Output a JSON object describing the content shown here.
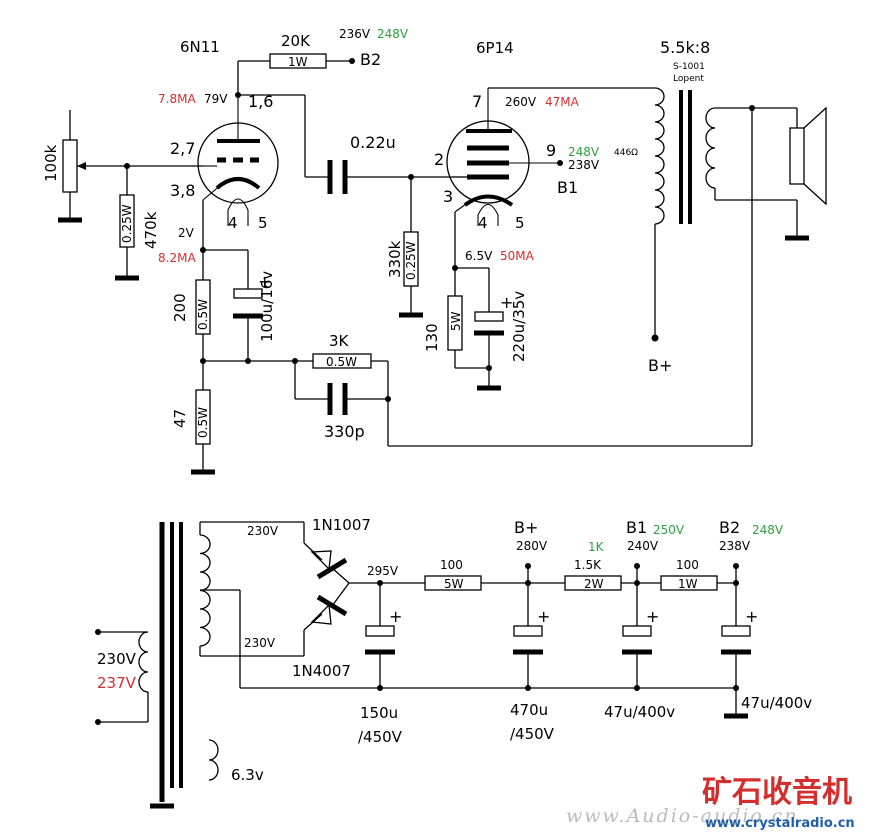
{
  "tubes": {
    "v1_name": "6N11",
    "v2_name": "6P14"
  },
  "pins": {
    "v1_plate": "1,6",
    "v1_grid": "2,7",
    "v1_cathode": "3,8",
    "v1_heater_a": "4",
    "v1_heater_b": "5",
    "v2_plate": "7",
    "v2_grid": "2",
    "v2_screen": "9",
    "v2_cathode": "3",
    "v2_heater_a": "4",
    "v2_heater_b": "5"
  },
  "parts": {
    "r_plate_value": "20K",
    "r_plate_power": "1W",
    "b2_label": "B2",
    "b2_volt": "236V",
    "b2_volt_meas": "248V",
    "v1_plate_ma": "7.8MA",
    "v1_plate_v": "79V",
    "pot": "100k",
    "r_grid_power": "0.25W",
    "r_grid_value": "470k",
    "v1_cathode_v": "2V",
    "v1_cathode_ma": "8.2MA",
    "r200_value": "200",
    "r200_power": "0.5W",
    "c_bypass1": "100u/16v",
    "r47_value": "47",
    "r47_power": "0.5W",
    "r_fb_value": "3K",
    "r_fb_power": "0.5W",
    "c_fb": "330p",
    "c_couple": "0.22u",
    "r_grid2_value": "330k",
    "r_grid2_power": "0.25W",
    "v2_plate_v": "260V",
    "v2_plate_ma": "47MA",
    "v2_screen_v_meas": "248V",
    "v2_screen_v": "238V",
    "b1_label": "B1",
    "v2_cathode_v": "6.5V",
    "v2_cathode_ma": "50MA",
    "r130_value": "130",
    "r130_power": "5W",
    "c_bypass2": "220u/35v",
    "ot_ratio": "5.5k:8",
    "ot_model": "S-1001",
    "ot_brand": "Lopent",
    "ot_dcr": "446Ω",
    "bplus_label": "B+"
  },
  "psu": {
    "sec_upper": "230V",
    "sec_lower": "230V",
    "diode_top": "1N1007",
    "diode_bottom": "1N4007",
    "rect_v": "295V",
    "r1_value": "100",
    "r1_power": "5W",
    "bplus_label": "B+",
    "bplus_v": "280V",
    "r2_meas": "1K",
    "r2_value": "1.5K",
    "r2_power": "2W",
    "b1_label": "B1",
    "b1_meas": "250V",
    "b1_v": "240V",
    "r3_value": "100",
    "r3_power": "1W",
    "b2_label": "B2",
    "b2_v": "238V",
    "b2_meas": "248V",
    "c1_value": "150u",
    "c1_volt": "/450V",
    "c2_value": "470u",
    "c2_volt": "/450V",
    "c3": "47u/400v",
    "c4": "47u/400v",
    "primary_v": "230V",
    "primary_meas": "237V",
    "heater_v": "6.3v",
    "plus_sign": "+"
  },
  "watermark": {
    "text": "www.Audio-audio.cn",
    "logo_cn": "矿石收音机",
    "logo_url": "www.crystalradio.cn"
  },
  "colors": {
    "measured_red": "#d32f2f",
    "measured_green": "#2e9e3e",
    "logo_red": "#d32f2f",
    "logo_blue": "#1f5fa8"
  }
}
